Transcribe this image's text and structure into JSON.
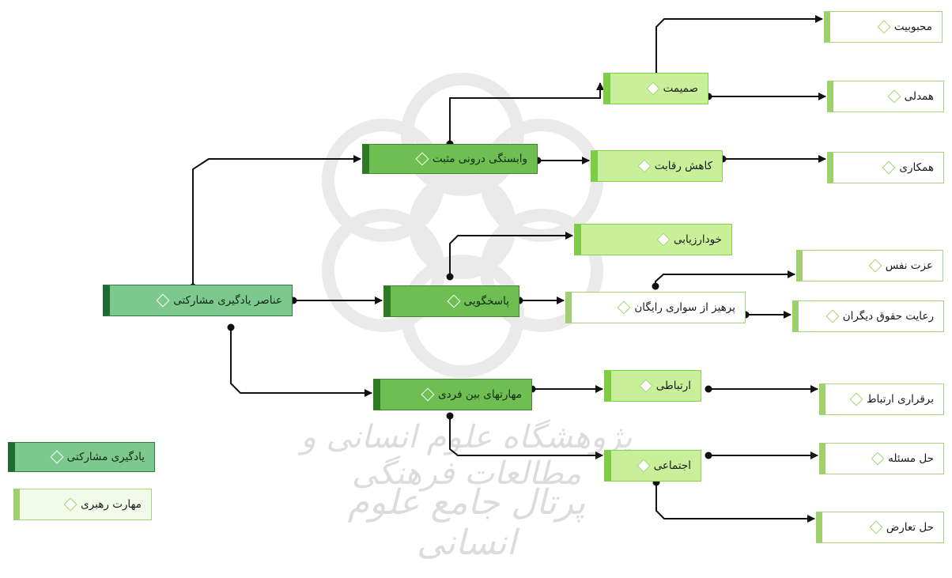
{
  "diagram": {
    "root": {
      "label": "عناصر یادگیری مشارکتی"
    },
    "branches": [
      {
        "label": "وابستگی درونی مثبت"
      },
      {
        "label": "پاسخگویی"
      },
      {
        "label": "مهارتهای بین فردی"
      }
    ],
    "subnodes": [
      {
        "label": "صمیمت"
      },
      {
        "label": "کاهش رقابت"
      },
      {
        "label": "خودارزیابی"
      },
      {
        "label": "پرهیز از سواری رایگان"
      },
      {
        "label": "ارتباطی"
      },
      {
        "label": "اجتماعی"
      }
    ],
    "leaves": [
      {
        "label": "محبوبیت"
      },
      {
        "label": "همدلی"
      },
      {
        "label": "همکاری"
      },
      {
        "label": "عزت نفس"
      },
      {
        "label": "رعایت حقوق دیگران"
      },
      {
        "label": "برقراری ارتباط"
      },
      {
        "label": "حل مسئله"
      },
      {
        "label": "حل تعارض"
      }
    ]
  },
  "legend": {
    "items": [
      {
        "label": "یادگیری مشارکتی"
      },
      {
        "label": "مهارت رهبری"
      }
    ]
  },
  "watermark": {
    "line1": "پژوهشگاه علوم انسانی و مطالعات فرهنگی",
    "line2": "پرتال جامع علوم انسانی"
  },
  "colors": {
    "root_fill": "#7cc88e",
    "branch_fill": "#6fbe52",
    "subnode_fill": "#c8f09a",
    "leaf_fill": "#ffffff",
    "connector": "#111111"
  }
}
